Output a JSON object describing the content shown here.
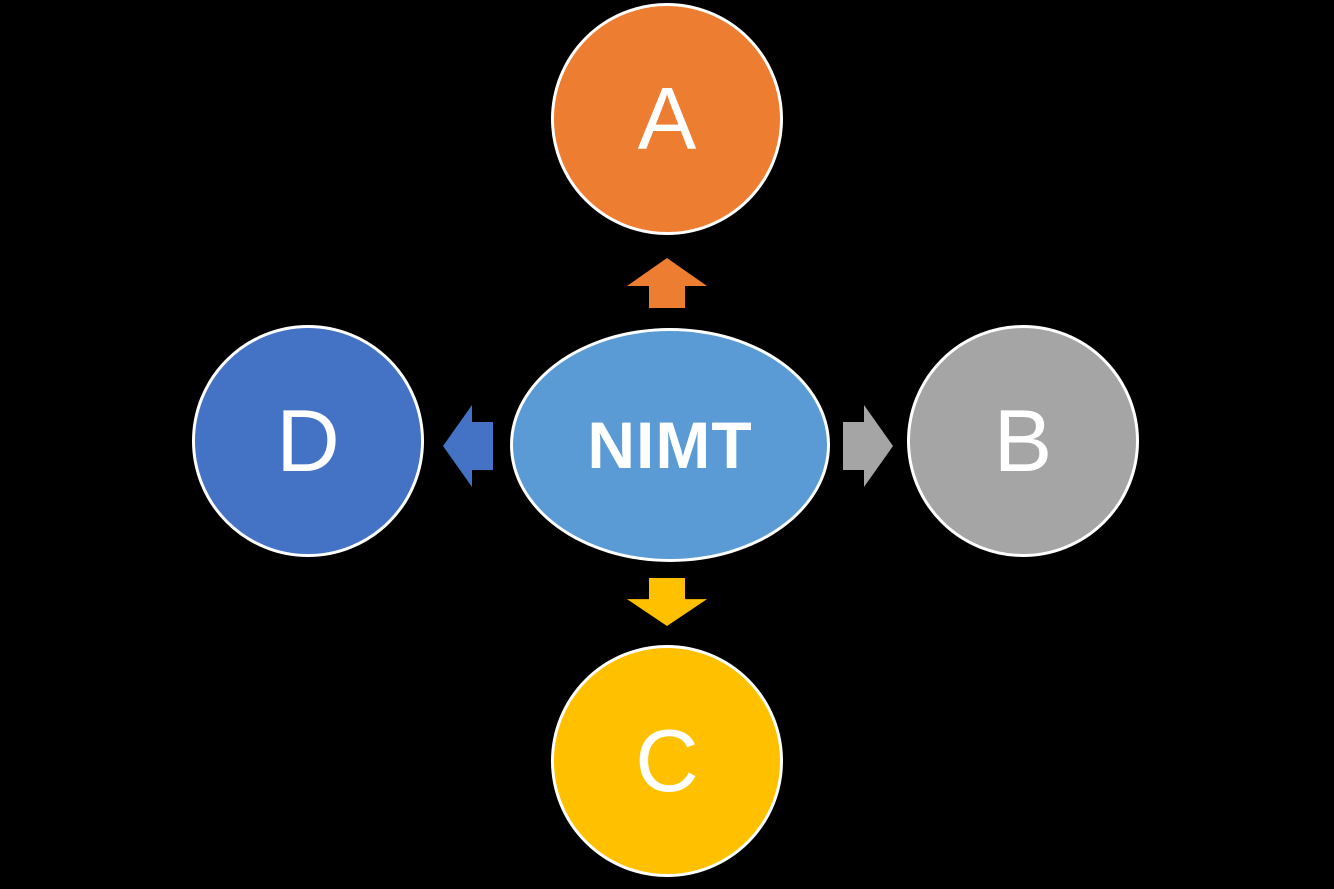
{
  "diagram": {
    "type": "radial-smartart",
    "background_color": "#000000",
    "text_color": "#ffffff",
    "center": {
      "label": "NIMT",
      "shape": "ellipse",
      "color": "#5B9BD5"
    },
    "nodes": [
      {
        "id": "A",
        "label": "A",
        "position": "top",
        "shape": "circle",
        "color": "#ED7D31"
      },
      {
        "id": "B",
        "label": "B",
        "position": "right",
        "shape": "circle",
        "color": "#A5A5A5"
      },
      {
        "id": "C",
        "label": "C",
        "position": "bottom",
        "shape": "circle",
        "color": "#FFC000"
      },
      {
        "id": "D",
        "label": "D",
        "position": "left",
        "shape": "circle",
        "color": "#4472C4"
      }
    ],
    "arrows": [
      {
        "from": "NIMT",
        "to": "A",
        "direction": "up",
        "color": "#ED7D31"
      },
      {
        "from": "NIMT",
        "to": "B",
        "direction": "right",
        "color": "#A5A5A5"
      },
      {
        "from": "NIMT",
        "to": "C",
        "direction": "down",
        "color": "#FFC000"
      },
      {
        "from": "NIMT",
        "to": "D",
        "direction": "left",
        "color": "#4472C4"
      }
    ]
  }
}
